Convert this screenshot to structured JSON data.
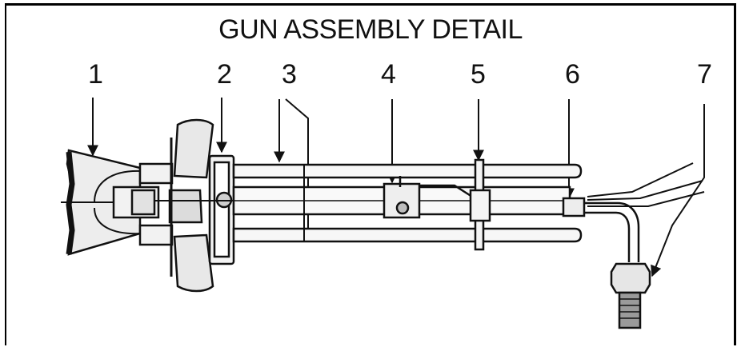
{
  "title": "GUN ASSEMBLY DETAIL",
  "callouts": [
    "1",
    "2",
    "3",
    "4",
    "5",
    "6",
    "7"
  ]
}
